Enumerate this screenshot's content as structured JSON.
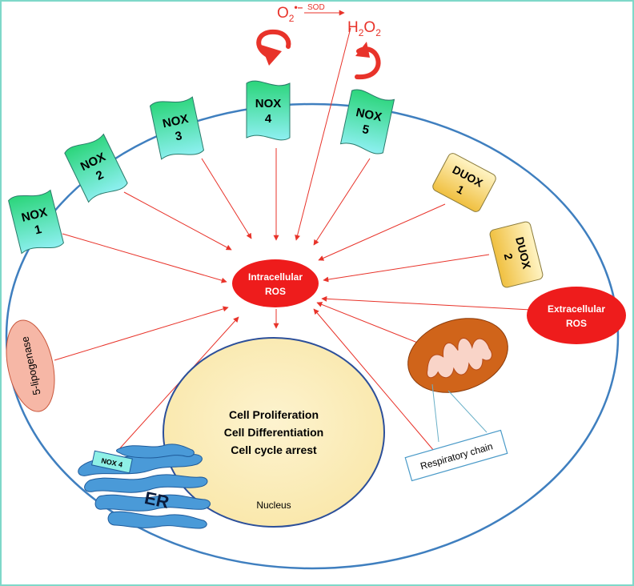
{
  "nox_labels": [
    {
      "l1": "NOX",
      "l2": "1"
    },
    {
      "l1": "NOX",
      "l2": "2"
    },
    {
      "l1": "NOX",
      "l2": "3"
    },
    {
      "l1": "NOX",
      "l2": "4"
    },
    {
      "l1": "NOX",
      "l2": "5"
    }
  ],
  "duox_labels": [
    {
      "l1": "DUOX",
      "l2": "1"
    },
    {
      "l1": "DUOX",
      "l2": "2"
    }
  ],
  "superoxide": {
    "base": "O",
    "sub": "2",
    "sup": "•–"
  },
  "enzyme": "SOD",
  "peroxide": {
    "h": "H",
    "sub1": "2",
    "o": "O",
    "sub2": "2"
  },
  "intracellular": {
    "l1": "Intracellular",
    "l2": "ROS"
  },
  "extracellular": {
    "l1": "Extracellular",
    "l2": "ROS"
  },
  "lipogenase": "5-lipogenase",
  "nucleus": {
    "lines": [
      "Cell Proliferation",
      "Cell Differentiation",
      "Cell cycle arrest"
    ],
    "label": "Nucleus"
  },
  "er": {
    "nox_label": "NOX 4",
    "label": "ER"
  },
  "respiratory": "Respiratory chain",
  "colors": {
    "frame": "#7fd8c9",
    "membrane": "#3f7fbf",
    "arrow": "#e8332a",
    "ros_red": "#ee1c1c",
    "nox_top": "#2bd57a",
    "nox_bottom": "#8ef0f2",
    "duox_top": "#fff4c4",
    "duox_bottom": "#f0c040",
    "lipogenase": "#f6b7a6",
    "nucleus": "#fcf1c3",
    "mito": "#d0641a",
    "er": "#4a9ad8"
  }
}
